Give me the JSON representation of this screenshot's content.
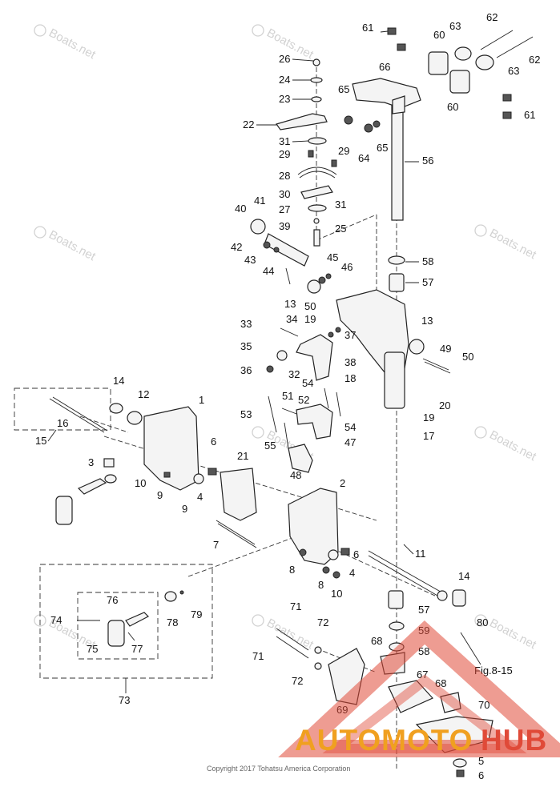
{
  "diagram": {
    "figure_label": "Fig.8-15",
    "copyright": "Copyright 2017 Tohatsu America Corporation",
    "watermark_text": "Boats.net",
    "logo": {
      "part_a": "AUTOMOTO",
      "part_b": "HUB",
      "color_a": "#f0a020",
      "color_b": "#e04a38"
    },
    "callouts": [
      "26",
      "24",
      "23",
      "22",
      "31",
      "29",
      "29",
      "28",
      "30",
      "27",
      "31",
      "25",
      "41",
      "40",
      "39",
      "42",
      "43",
      "44",
      "45",
      "46",
      "13",
      "50",
      "19",
      "33",
      "34",
      "37",
      "35",
      "38",
      "36",
      "32",
      "18",
      "54",
      "51",
      "52",
      "53",
      "54",
      "55",
      "47",
      "48",
      "61",
      "60",
      "63",
      "62",
      "66",
      "65",
      "64",
      "65",
      "60",
      "63",
      "62",
      "61",
      "56",
      "58",
      "57",
      "13",
      "49",
      "50",
      "20",
      "19",
      "17",
      "14",
      "12",
      "1",
      "16",
      "15",
      "3",
      "6",
      "21",
      "10",
      "9",
      "9",
      "4",
      "2",
      "7",
      "6",
      "4",
      "8",
      "8",
      "10",
      "11",
      "14",
      "57",
      "59",
      "58",
      "80",
      "68",
      "67",
      "68",
      "71",
      "72",
      "71",
      "72",
      "69",
      "70",
      "5",
      "6",
      "76",
      "74",
      "75",
      "77",
      "78",
      "79",
      "73"
    ]
  }
}
